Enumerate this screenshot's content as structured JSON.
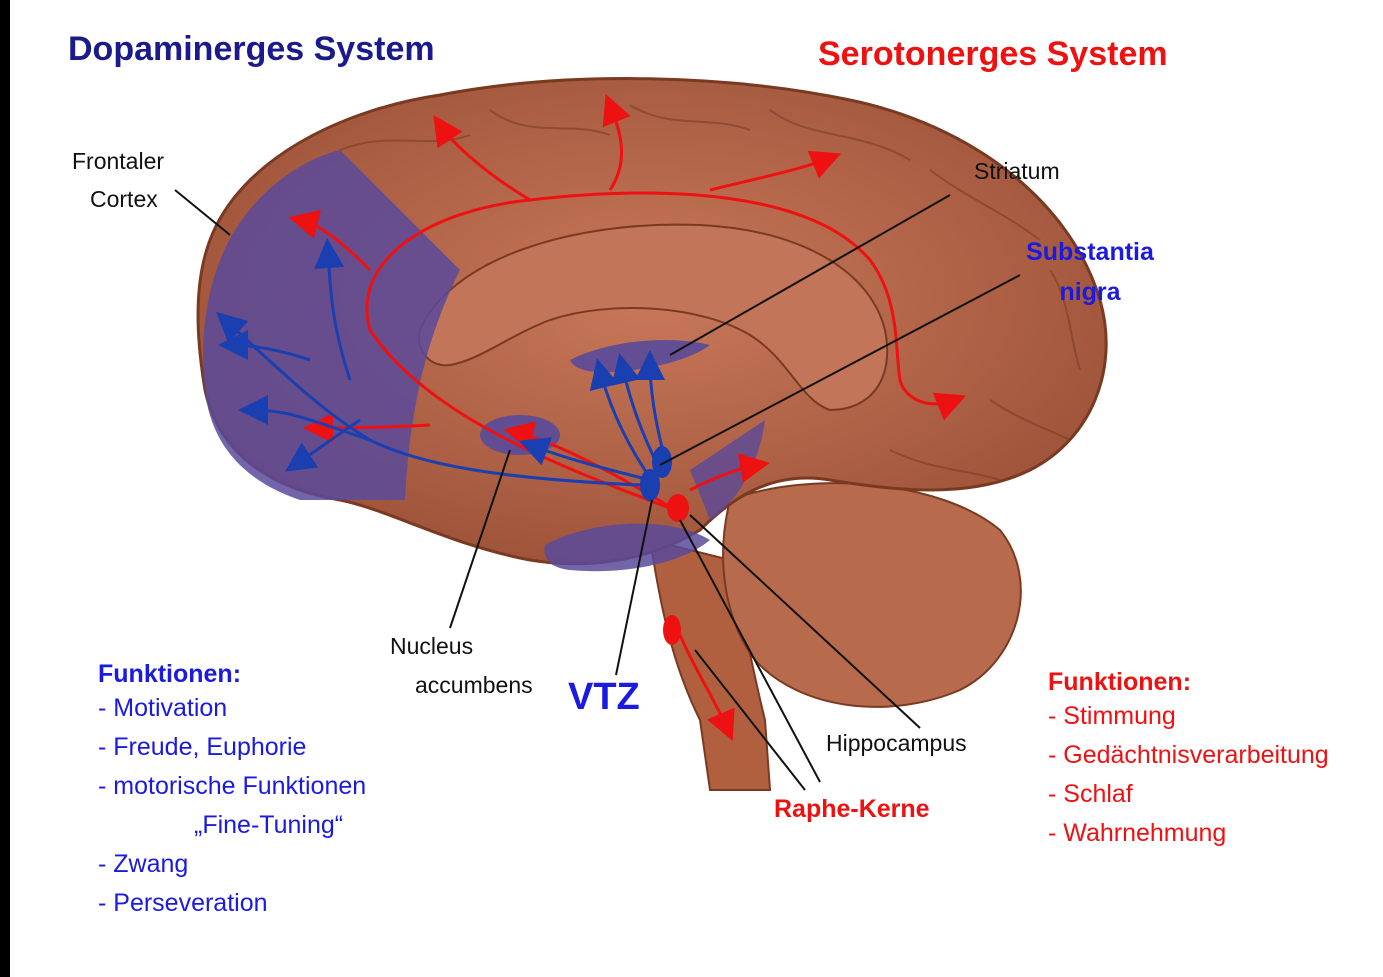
{
  "titles": {
    "dopamine": "Dopaminerges System",
    "serotonin": "Serotonerges System"
  },
  "labels": {
    "frontal_line1": "Frontaler",
    "frontal_line2": "Cortex",
    "striatum": "Striatum",
    "substantia_line1": "Substantia",
    "substantia_line2": "nigra",
    "nucleus_line1": "Nucleus",
    "nucleus_line2": "accumbens",
    "vtz": "VTZ",
    "hippocampus": "Hippocampus",
    "raphe": "Raphe-Kerne"
  },
  "dopamine_functions": {
    "heading": "Funktionen:",
    "items": [
      "- Motivation",
      "- Freude, Euphorie",
      "- motorische Funktionen",
      "„Fine-Tuning“",
      "- Zwang",
      "- Perseveration"
    ]
  },
  "serotonin_functions": {
    "heading": "Funktionen:",
    "items": [
      "- Stimmung",
      "- Gedächtnisverarbeitung",
      "- Schlaf",
      "- Wahrnehmung"
    ]
  },
  "colors": {
    "dopamine_title": "#1a1a8c",
    "dopamine_path": "#1a3fb0",
    "serotonin": "#ee1111",
    "brain": "#b8664c",
    "frontal_overlay": "#5a4a9a"
  }
}
